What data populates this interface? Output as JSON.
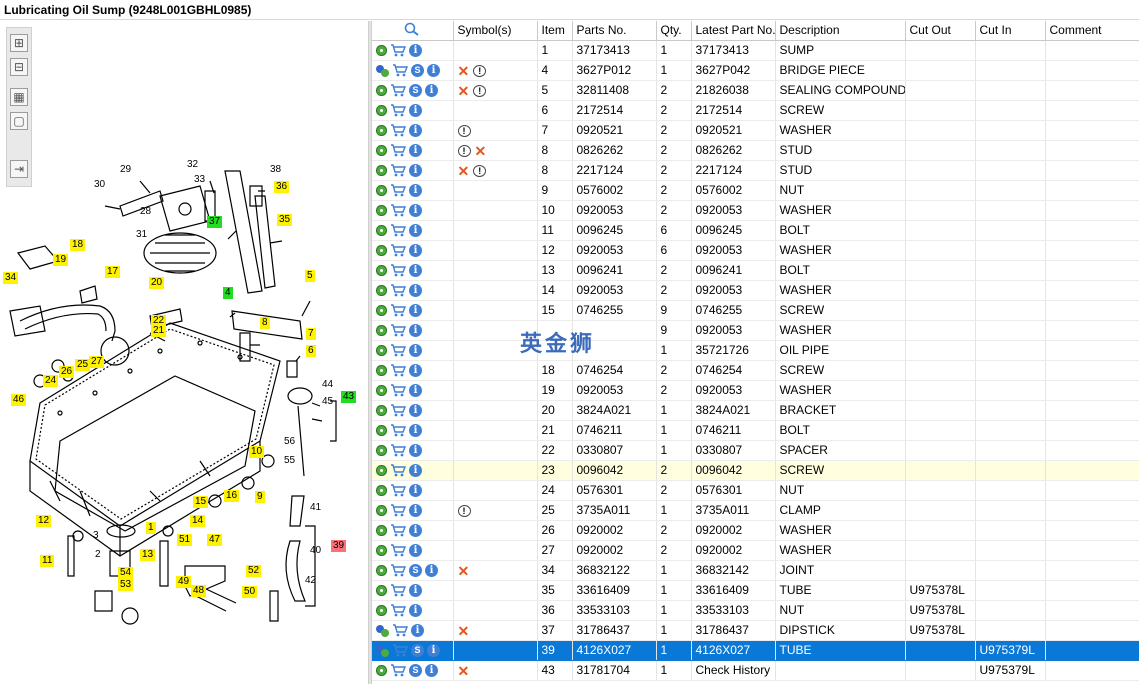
{
  "window": {
    "title": "Lubricating Oil Sump (9248L001GBHL0985)"
  },
  "toolbar": {
    "tools": [
      {
        "name": "zoom-in-tool",
        "glyph": "⊞"
      },
      {
        "name": "zoom-out-tool",
        "glyph": "⊟"
      },
      {
        "name": "fit-view-tool",
        "glyph": "▦"
      },
      {
        "name": "actual-size-tool",
        "glyph": "▢"
      },
      {
        "name": "export-tool",
        "glyph": "⇥"
      }
    ]
  },
  "drawing": {
    "callouts": [
      {
        "t": "29",
        "c": "plain"
      },
      {
        "t": "32",
        "c": "plain"
      },
      {
        "t": "38",
        "c": "plain"
      },
      {
        "t": "30",
        "c": "plain"
      },
      {
        "t": "33",
        "c": "plain"
      },
      {
        "t": "36",
        "c": "yellow"
      },
      {
        "t": "28",
        "c": "plain"
      },
      {
        "t": "37",
        "c": "green"
      },
      {
        "t": "35",
        "c": "yellow"
      },
      {
        "t": "31",
        "c": "plain"
      },
      {
        "t": "18",
        "c": "yellow"
      },
      {
        "t": "19",
        "c": "yellow"
      },
      {
        "t": "17",
        "c": "yellow"
      },
      {
        "t": "34",
        "c": "yellow"
      },
      {
        "t": "20",
        "c": "yellow"
      },
      {
        "t": "5",
        "c": "yellow"
      },
      {
        "t": "4",
        "c": "green"
      },
      {
        "t": "22",
        "c": "yellow"
      },
      {
        "t": "21",
        "c": "yellow"
      },
      {
        "t": "8",
        "c": "yellow"
      },
      {
        "t": "7",
        "c": "yellow"
      },
      {
        "t": "25",
        "c": "yellow"
      },
      {
        "t": "27",
        "c": "yellow"
      },
      {
        "t": "26",
        "c": "yellow"
      },
      {
        "t": "6",
        "c": "yellow"
      },
      {
        "t": "24",
        "c": "yellow"
      },
      {
        "t": "44",
        "c": "plain"
      },
      {
        "t": "46",
        "c": "yellow"
      },
      {
        "t": "45",
        "c": "plain"
      },
      {
        "t": "43",
        "c": "green"
      },
      {
        "t": "56",
        "c": "plain"
      },
      {
        "t": "10",
        "c": "yellow"
      },
      {
        "t": "55",
        "c": "plain"
      },
      {
        "t": "16",
        "c": "yellow"
      },
      {
        "t": "15",
        "c": "yellow"
      },
      {
        "t": "9",
        "c": "yellow"
      },
      {
        "t": "12",
        "c": "yellow"
      },
      {
        "t": "14",
        "c": "yellow"
      },
      {
        "t": "1",
        "c": "yellow"
      },
      {
        "t": "41",
        "c": "plain"
      },
      {
        "t": "3",
        "c": "plain"
      },
      {
        "t": "51",
        "c": "yellow"
      },
      {
        "t": "47",
        "c": "yellow"
      },
      {
        "t": "2",
        "c": "plain"
      },
      {
        "t": "13",
        "c": "yellow"
      },
      {
        "t": "40",
        "c": "plain"
      },
      {
        "t": "39",
        "c": "red"
      },
      {
        "t": "11",
        "c": "yellow"
      },
      {
        "t": "54",
        "c": "yellow"
      },
      {
        "t": "52",
        "c": "yellow"
      },
      {
        "t": "53",
        "c": "yellow"
      },
      {
        "t": "49",
        "c": "yellow"
      },
      {
        "t": "48",
        "c": "yellow"
      },
      {
        "t": "50",
        "c": "yellow"
      },
      {
        "t": "42",
        "c": "plain"
      }
    ]
  },
  "table": {
    "columns": [
      "",
      "Symbol(s)",
      "Item",
      "Parts No.",
      "Qty.",
      "Latest Part No.",
      "Description",
      "Cut Out",
      "Cut In",
      "Comment"
    ],
    "rows": [
      {
        "gear": "single",
        "s": false,
        "sym": [],
        "item": "1",
        "part": "37173413",
        "qty": "1",
        "latest": "37173413",
        "desc": "SUMP",
        "cutout": "",
        "cutin": ""
      },
      {
        "gear": "double",
        "s": true,
        "sym": [
          "x",
          "bubble"
        ],
        "item": "4",
        "part": "3627P012",
        "qty": "1",
        "latest": "3627P042",
        "desc": "BRIDGE PIECE",
        "cutout": "",
        "cutin": ""
      },
      {
        "gear": "single",
        "s": true,
        "sym": [
          "x",
          "bubble"
        ],
        "item": "5",
        "part": "32811408",
        "qty": "2",
        "latest": "21826038",
        "desc": "SEALING COMPOUND",
        "cutout": "",
        "cutin": ""
      },
      {
        "gear": "single",
        "s": false,
        "sym": [],
        "item": "6",
        "part": "2172514",
        "qty": "2",
        "latest": "2172514",
        "desc": "SCREW",
        "cutout": "",
        "cutin": ""
      },
      {
        "gear": "single",
        "s": false,
        "sym": [
          "bubble"
        ],
        "item": "7",
        "part": "0920521",
        "qty": "2",
        "latest": "0920521",
        "desc": "WASHER",
        "cutout": "",
        "cutin": ""
      },
      {
        "gear": "single",
        "s": false,
        "sym": [
          "bubble",
          "x"
        ],
        "item": "8",
        "part": "0826262",
        "qty": "2",
        "latest": "0826262",
        "desc": "STUD",
        "cutout": "",
        "cutin": ""
      },
      {
        "gear": "single",
        "s": false,
        "sym": [
          "x",
          "bubble"
        ],
        "item": "8",
        "part": "2217124",
        "qty": "2",
        "latest": "2217124",
        "desc": "STUD",
        "cutout": "",
        "cutin": ""
      },
      {
        "gear": "single",
        "s": false,
        "sym": [],
        "item": "9",
        "part": "0576002",
        "qty": "2",
        "latest": "0576002",
        "desc": "NUT",
        "cutout": "",
        "cutin": ""
      },
      {
        "gear": "single",
        "s": false,
        "sym": [],
        "item": "10",
        "part": "0920053",
        "qty": "2",
        "latest": "0920053",
        "desc": "WASHER",
        "cutout": "",
        "cutin": ""
      },
      {
        "gear": "single",
        "s": false,
        "sym": [],
        "item": "11",
        "part": "0096245",
        "qty": "6",
        "latest": "0096245",
        "desc": "BOLT",
        "cutout": "",
        "cutin": ""
      },
      {
        "gear": "single",
        "s": false,
        "sym": [],
        "item": "12",
        "part": "0920053",
        "qty": "6",
        "latest": "0920053",
        "desc": "WASHER",
        "cutout": "",
        "cutin": ""
      },
      {
        "gear": "single",
        "s": false,
        "sym": [],
        "item": "13",
        "part": "0096241",
        "qty": "2",
        "latest": "0096241",
        "desc": "BOLT",
        "cutout": "",
        "cutin": ""
      },
      {
        "gear": "single",
        "s": false,
        "sym": [],
        "item": "14",
        "part": "0920053",
        "qty": "2",
        "latest": "0920053",
        "desc": "WASHER",
        "cutout": "",
        "cutin": ""
      },
      {
        "gear": "single",
        "s": false,
        "sym": [],
        "item": "15",
        "part": "0746255",
        "qty": "9",
        "latest": "0746255",
        "desc": "SCREW",
        "cutout": "",
        "cutin": ""
      },
      {
        "gear": "single",
        "s": false,
        "sym": [],
        "item": "",
        "part": "",
        "qty": "9",
        "latest": "0920053",
        "desc": "WASHER",
        "cutout": "",
        "cutin": ""
      },
      {
        "gear": "single",
        "s": false,
        "sym": [],
        "item": "",
        "part": "",
        "qty": "1",
        "latest": "35721726",
        "desc": "OIL PIPE",
        "cutout": "",
        "cutin": ""
      },
      {
        "gear": "single",
        "s": false,
        "sym": [],
        "item": "18",
        "part": "0746254",
        "qty": "2",
        "latest": "0746254",
        "desc": "SCREW",
        "cutout": "",
        "cutin": ""
      },
      {
        "gear": "single",
        "s": false,
        "sym": [],
        "item": "19",
        "part": "0920053",
        "qty": "2",
        "latest": "0920053",
        "desc": "WASHER",
        "cutout": "",
        "cutin": ""
      },
      {
        "gear": "single",
        "s": false,
        "sym": [],
        "item": "20",
        "part": "3824A021",
        "qty": "1",
        "latest": "3824A021",
        "desc": "BRACKET",
        "cutout": "",
        "cutin": ""
      },
      {
        "gear": "single",
        "s": false,
        "sym": [],
        "item": "21",
        "part": "0746211",
        "qty": "1",
        "latest": "0746211",
        "desc": "BOLT",
        "cutout": "",
        "cutin": ""
      },
      {
        "gear": "single",
        "s": false,
        "sym": [],
        "item": "22",
        "part": "0330807",
        "qty": "1",
        "latest": "0330807",
        "desc": "SPACER",
        "cutout": "",
        "cutin": ""
      },
      {
        "gear": "single",
        "s": false,
        "sym": [],
        "item": "23",
        "part": "0096042",
        "qty": "2",
        "latest": "0096042",
        "desc": "SCREW",
        "cutout": "",
        "cutin": "",
        "hl": true
      },
      {
        "gear": "single",
        "s": false,
        "sym": [],
        "item": "24",
        "part": "0576301",
        "qty": "2",
        "latest": "0576301",
        "desc": "NUT",
        "cutout": "",
        "cutin": ""
      },
      {
        "gear": "single",
        "s": false,
        "sym": [
          "bubble"
        ],
        "item": "25",
        "part": "3735A011",
        "qty": "1",
        "latest": "3735A011",
        "desc": "CLAMP",
        "cutout": "",
        "cutin": ""
      },
      {
        "gear": "single",
        "s": false,
        "sym": [],
        "item": "26",
        "part": "0920002",
        "qty": "2",
        "latest": "0920002",
        "desc": "WASHER",
        "cutout": "",
        "cutin": ""
      },
      {
        "gear": "single",
        "s": false,
        "sym": [],
        "item": "27",
        "part": "0920002",
        "qty": "2",
        "latest": "0920002",
        "desc": "WASHER",
        "cutout": "",
        "cutin": ""
      },
      {
        "gear": "single",
        "s": true,
        "sym": [
          "x"
        ],
        "item": "34",
        "part": "36832122",
        "qty": "1",
        "latest": "36832142",
        "desc": "JOINT",
        "cutout": "",
        "cutin": ""
      },
      {
        "gear": "single",
        "s": false,
        "sym": [],
        "item": "35",
        "part": "33616409",
        "qty": "1",
        "latest": "33616409",
        "desc": "TUBE",
        "cutout": "U975378L",
        "cutin": ""
      },
      {
        "gear": "single",
        "s": false,
        "sym": [],
        "item": "36",
        "part": "33533103",
        "qty": "1",
        "latest": "33533103",
        "desc": "NUT",
        "cutout": "U975378L",
        "cutin": ""
      },
      {
        "gear": "double",
        "s": false,
        "sym": [
          "x"
        ],
        "item": "37",
        "part": "31786437",
        "qty": "1",
        "latest": "31786437",
        "desc": "DIPSTICK",
        "cutout": "U975378L",
        "cutin": ""
      },
      {
        "gear": "double",
        "s": true,
        "sym": [],
        "item": "39",
        "part": "4126X027",
        "qty": "1",
        "latest": "4126X027",
        "desc": "TUBE",
        "cutout": "",
        "cutin": "U975379L",
        "sel": true
      },
      {
        "gear": "single",
        "s": true,
        "sym": [
          "x"
        ],
        "item": "43",
        "part": "31781704",
        "qty": "1",
        "latest": "Check History",
        "desc": "",
        "cutout": "",
        "cutin": "U975379L"
      }
    ]
  },
  "watermark": {
    "text": "英金狮"
  },
  "colors": {
    "selection": "#0a78d7",
    "highlight_row": "#ffffe0",
    "callout_yellow": "#fff200",
    "callout_green": "#22dd22",
    "callout_red": "#ff6f7a"
  }
}
